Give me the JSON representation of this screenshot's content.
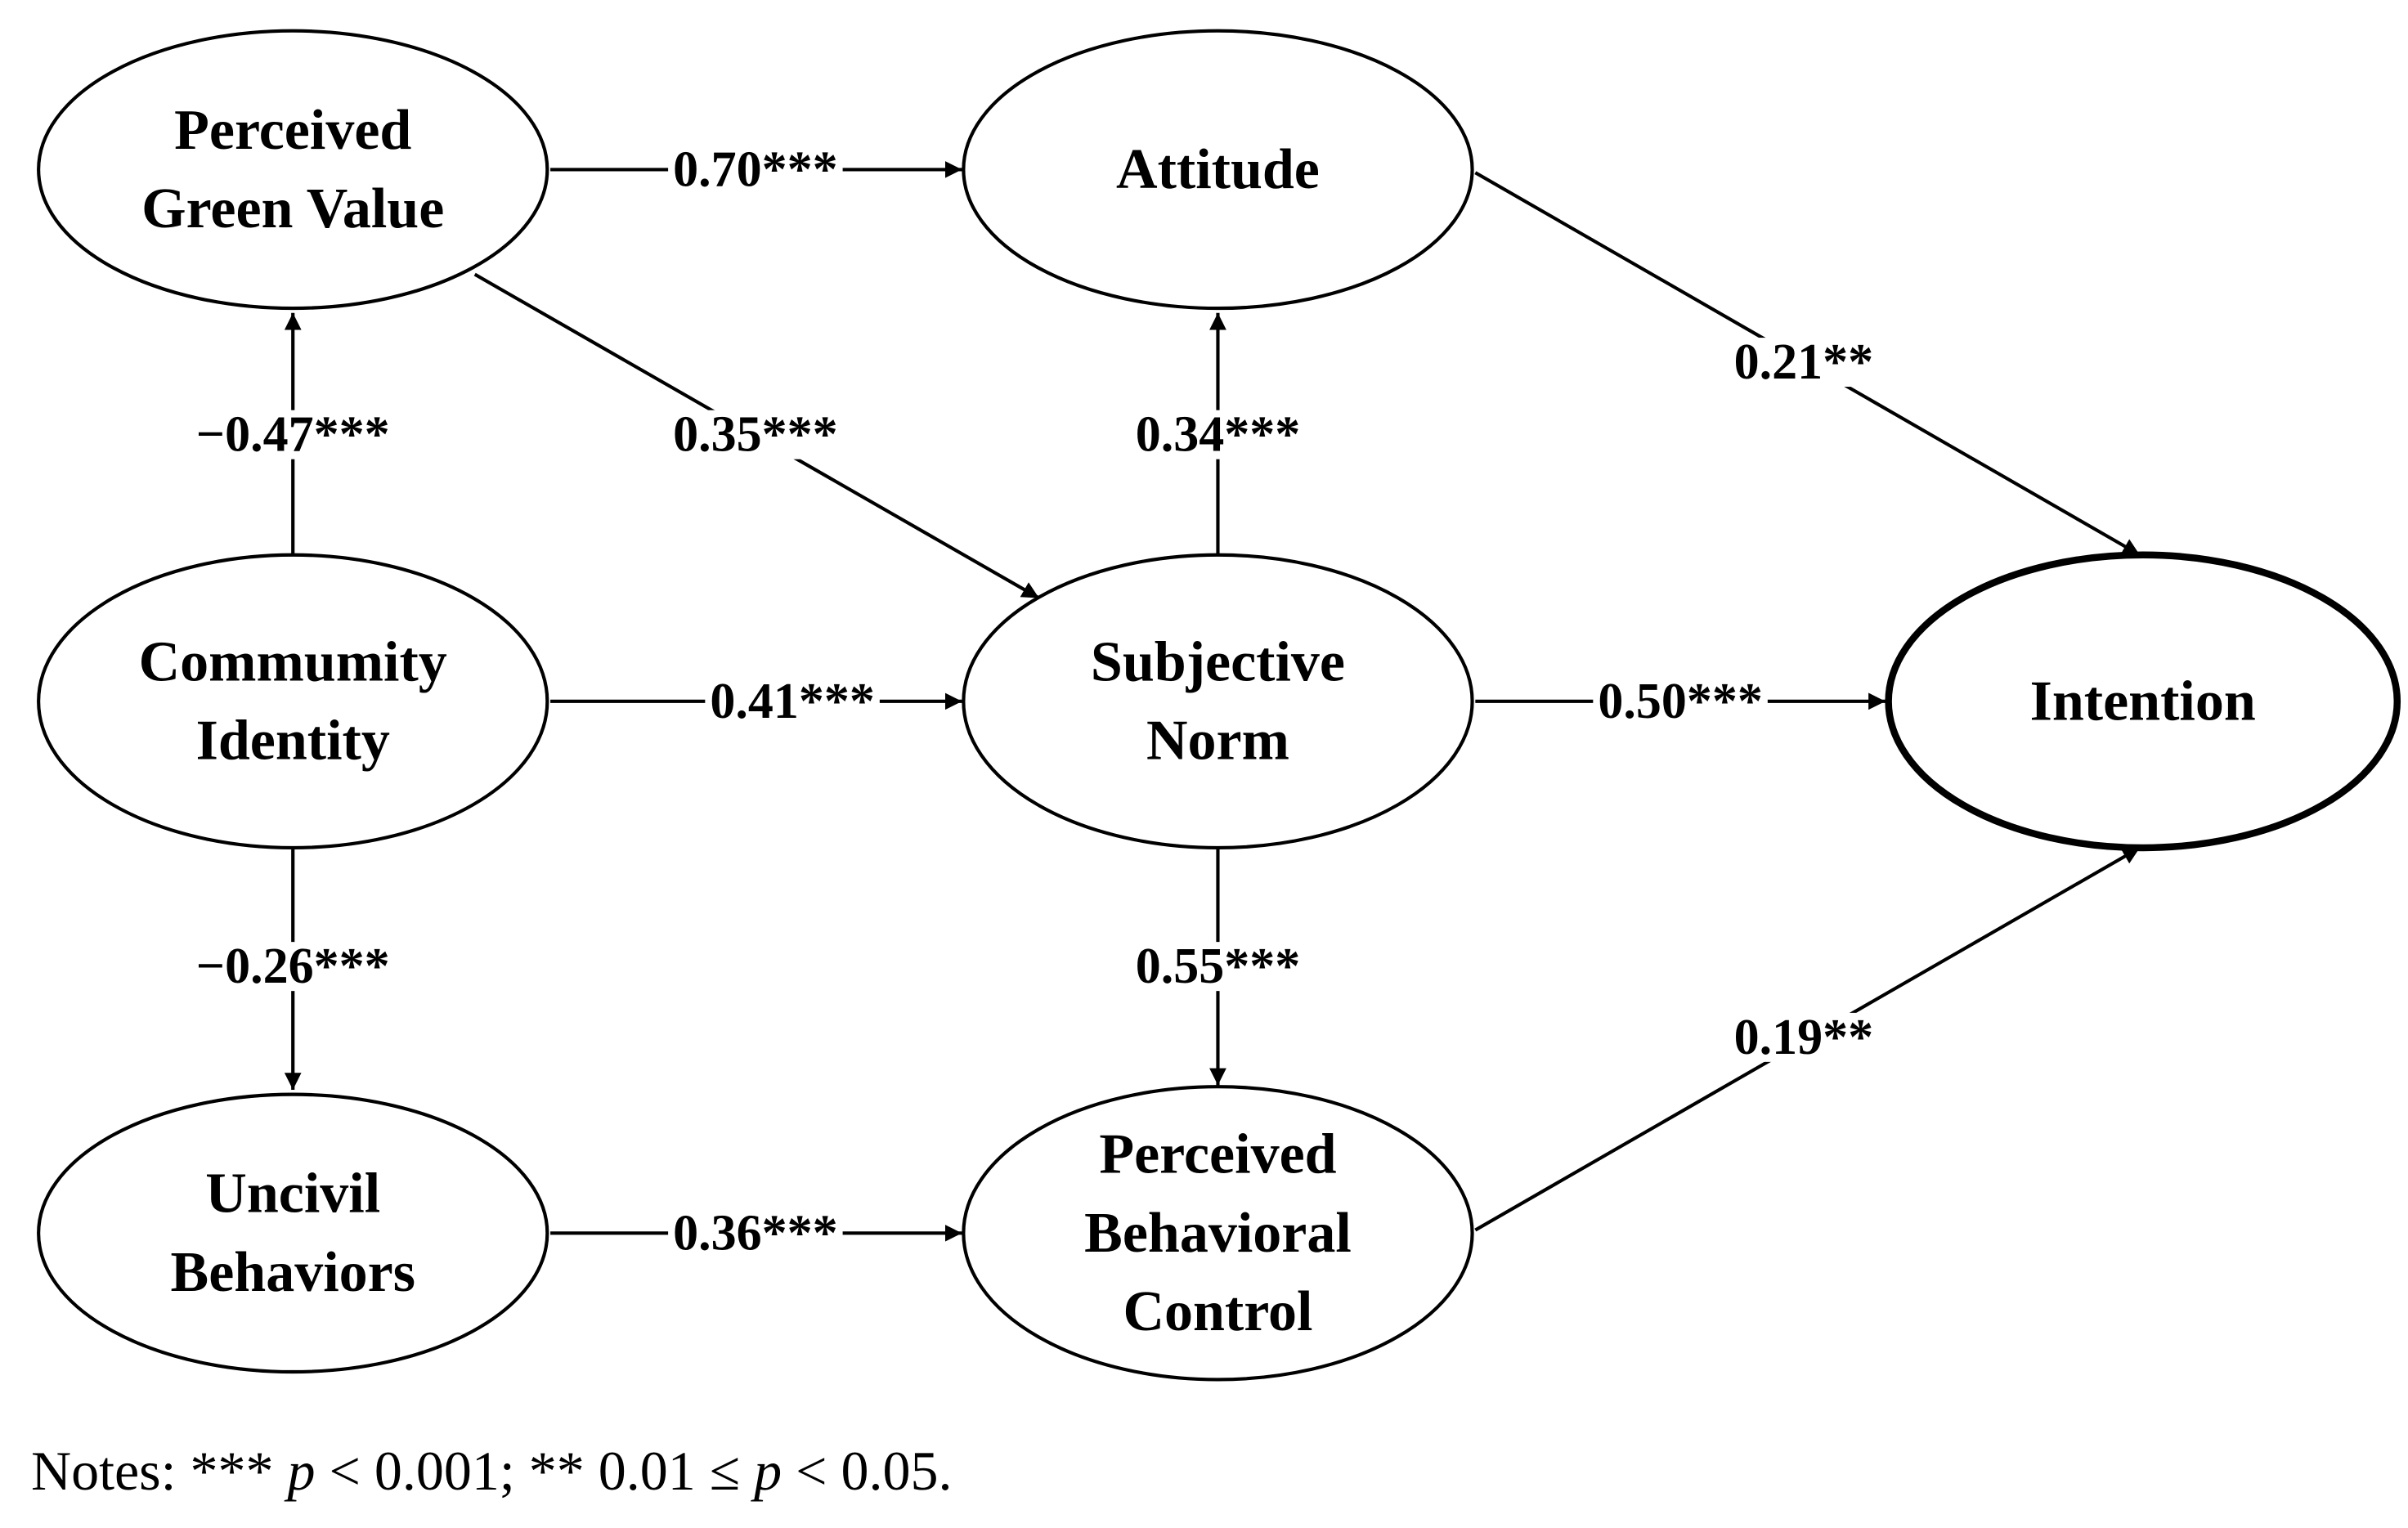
{
  "nodes": [
    {
      "id": "pgv",
      "lines": [
        "Perceived",
        "Green Value"
      ]
    },
    {
      "id": "att",
      "lines": [
        "Attitude"
      ]
    },
    {
      "id": "ci",
      "lines": [
        "Commumity",
        "Identity"
      ]
    },
    {
      "id": "sn",
      "lines": [
        "Subjective",
        "Norm"
      ]
    },
    {
      "id": "int",
      "lines": [
        "Intention"
      ]
    },
    {
      "id": "ub",
      "lines": [
        "Uncivil",
        "Behaviors"
      ]
    },
    {
      "id": "pbc",
      "lines": [
        "Perceived",
        "Behavioral",
        "Control"
      ]
    }
  ],
  "edges": [
    {
      "from": "pgv",
      "to": "att",
      "label": "0.70***"
    },
    {
      "from": "pgv",
      "to": "sn",
      "label": "0.35***"
    },
    {
      "from": "ci",
      "to": "pgv",
      "label": "−0.47***"
    },
    {
      "from": "ci",
      "to": "sn",
      "label": "0.41***"
    },
    {
      "from": "ci",
      "to": "ub",
      "label": "−0.26***"
    },
    {
      "from": "sn",
      "to": "att",
      "label": "0.34***"
    },
    {
      "from": "sn",
      "to": "int",
      "label": "0.50***"
    },
    {
      "from": "sn",
      "to": "pbc",
      "label": "0.55***"
    },
    {
      "from": "att",
      "to": "int",
      "label": "0.21**"
    },
    {
      "from": "ub",
      "to": "pbc",
      "label": "0.36***"
    },
    {
      "from": "pbc",
      "to": "int",
      "label": "0.19**"
    }
  ],
  "notes": {
    "prefix": "Notes: *** ",
    "p1": "p",
    "mid": " < 0.001; ** 0.01 ≤ ",
    "p2": "p",
    "suffix": " < 0.05."
  }
}
